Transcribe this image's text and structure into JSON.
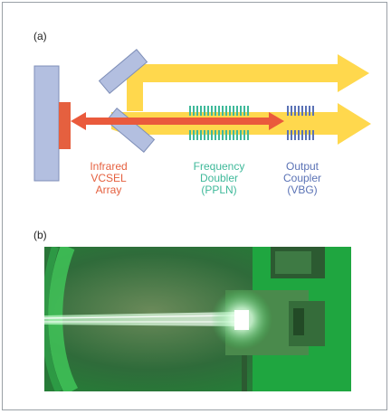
{
  "figure": {
    "panel_a_label": "(a)",
    "panel_b_label": "(b)"
  },
  "diagram": {
    "labels": {
      "infrared": [
        "Infrared",
        "VCSEL",
        "Array"
      ],
      "frequency": [
        "Frequency",
        "Doubler",
        "(PPLN)"
      ],
      "output": [
        "Output",
        "Coupler",
        "(VBG)"
      ]
    },
    "colors": {
      "vcsel_body": "#b3bfe0",
      "vcsel_emitter": "#e5603f",
      "infrared_text": "#e5603f",
      "green_beam": "#ffd84d",
      "ppln": "#3fb99a",
      "vbg": "#5a72b5",
      "ir_beam": "#ea5a3c"
    }
  },
  "photo": {
    "description_colors": {
      "background": "#1f8a35",
      "beam": "#d9ffe0"
    }
  }
}
